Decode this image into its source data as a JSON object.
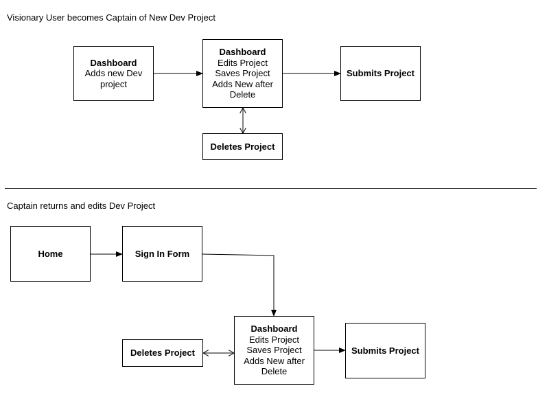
{
  "sections": [
    {
      "title": "Visionary User becomes Captain of New Dev Project",
      "boxes": {
        "dashboard_add": {
          "title": "Dashboard",
          "lines": [
            "Adds new Dev",
            "project"
          ]
        },
        "dashboard_edit": {
          "title": "Dashboard",
          "lines": [
            "Edits Project",
            "Saves Project",
            "Adds New after",
            "Delete"
          ]
        },
        "submits": {
          "title": "Submits Project",
          "lines": []
        },
        "deletes": {
          "title": "Deletes Project",
          "lines": []
        }
      }
    },
    {
      "title": "Captain returns and edits Dev Project",
      "boxes": {
        "home": {
          "title": "Home",
          "lines": []
        },
        "signin": {
          "title": "Sign In Form",
          "lines": []
        },
        "dashboard_edit": {
          "title": "Dashboard",
          "lines": [
            "Edits Project",
            "Saves Project",
            "Adds New after",
            "Delete"
          ]
        },
        "submits": {
          "title": "Submits Project",
          "lines": []
        },
        "deletes": {
          "title": "Deletes Project",
          "lines": []
        }
      }
    }
  ]
}
